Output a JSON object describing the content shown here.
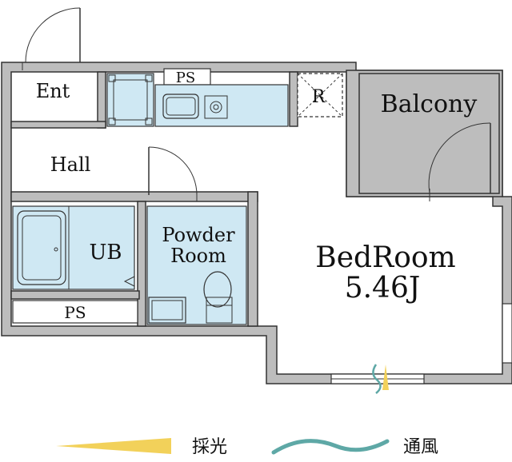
{
  "rooms": {
    "ent": "Ent",
    "hall": "Hall",
    "ub": "UB",
    "ps_top": "PS",
    "ps_bottom": "PS",
    "powder_line1": "Powder",
    "powder_line2": "Room",
    "fridge": "R",
    "balcony": "Balcony",
    "bedroom_name": "BedRoom",
    "bedroom_size": "5.46J"
  },
  "legend": {
    "sunlight_label": "採光",
    "ventilation_label": "通風"
  },
  "colors": {
    "wall": "#bdbdbd",
    "fixture": "#cfe8f3",
    "sunlight": "#f2d15a",
    "ventilation": "#5ea8a6"
  }
}
